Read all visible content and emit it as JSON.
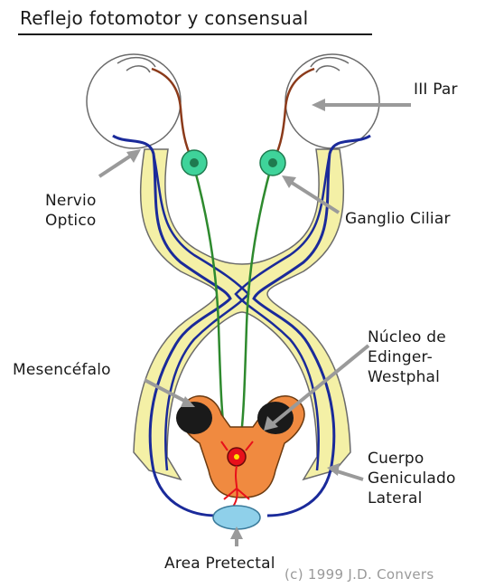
{
  "title": "Reflejo fotomotor y consensual",
  "labels": {
    "iii_par": "III Par",
    "nervio_optico": "Nervio\nOptico",
    "ganglio_ciliar": "Ganglio Ciliar",
    "nucleo_ew": "Núcleo de\nEdinger-\nWestphal",
    "mesencefalo": "Mesencéfalo",
    "cuerpo_geniculado": "Cuerpo\nGeniculado\nLateral",
    "area_pretectal": "Area Pretectal"
  },
  "credit": "(c) 1999 J.D. Convers",
  "colors": {
    "optic_tract": "#f4f0a6",
    "tract_outline": "#6b6b6b",
    "blue_fiber": "#1a2a9a",
    "green_fiber": "#2e8a2e",
    "brown_fiber": "#8b3a1a",
    "ganglion": "#3fd39a",
    "pretectal": "#8fd0ea",
    "midbrain": "#f08a40",
    "nucleus_dark": "#1a1a1a",
    "red_fiber": "#e8101a",
    "arrow": "#9a9a9a"
  }
}
